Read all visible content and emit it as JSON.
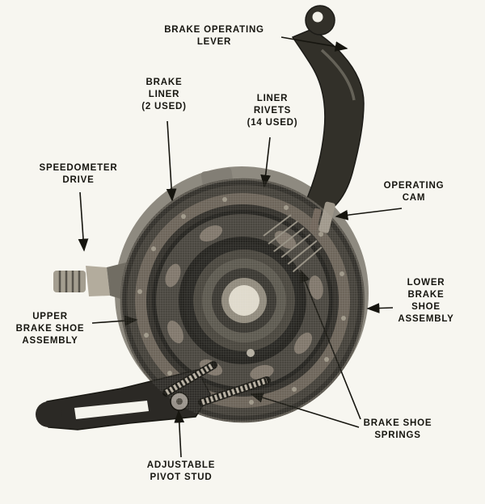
{
  "figure": {
    "paper_color": "#f7f6f0",
    "ink_color": "#16150f"
  },
  "labels": {
    "brake_operating_lever": "BRAKE OPERATING\nLEVER",
    "brake_liner": "BRAKE\nLINER\n(2 USED)",
    "liner_rivets": "LINER\nRIVETS\n(14 USED)",
    "speedometer_drive": "SPEEDOMETER\nDRIVE",
    "operating_cam": "OPERATING\nCAM",
    "lower_brake_shoe_assembly": "LOWER\nBRAKE SHOE\nASSEMBLY",
    "upper_brake_shoe_assembly": "UPPER\nBRAKE SHOE\nASSEMBLY",
    "brake_shoe_springs": "BRAKE SHOE\nSPRINGS",
    "adjustable_pivot_stud": "ADJUSTABLE\nPIVOT STUD"
  }
}
